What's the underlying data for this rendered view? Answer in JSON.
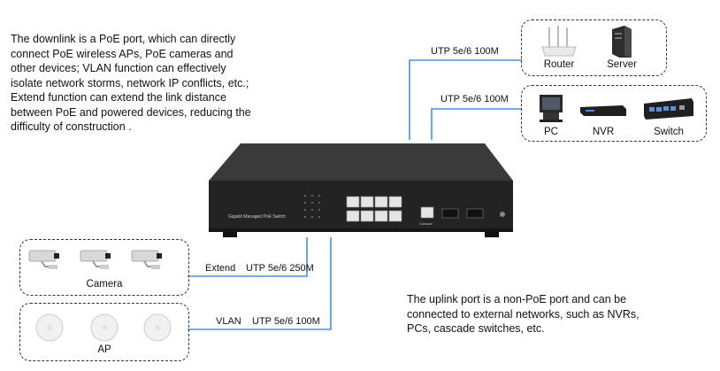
{
  "descriptions": {
    "downlink": "The downlink is a PoE port, which can directly\nconnect PoE wireless APs, PoE cameras and\nother devices; VLAN function can effectively\nisolate network storms, network IP conflicts, etc.;\nExtend function can extend the link distance\nbetween PoE and powered devices, reducing the\ndifficulty of construction .",
    "uplink": "The uplink port is a non-PoE port and can be\nconnected to external networks, such as NVRs,\nPCs, cascade switches, etc."
  },
  "links": {
    "top1": "UTP 5e/6  100M",
    "top2": "UTP 5e/6  100M",
    "extend_mode": "Extend",
    "extend_cable": "UTP 5e/6  250M",
    "vlan_mode": "VLAN",
    "vlan_cable": "UTP 5e/6  100M"
  },
  "devices": {
    "router": "Router",
    "server": "Server",
    "pc": "PC",
    "nvr": "NVR",
    "switch": "Switch",
    "camera": "Camera",
    "ap": "AP"
  },
  "main_switch": {
    "model_label": "Gigabit Managed PoE Switch",
    "console_label": "Console"
  },
  "colors": {
    "wire": "#4a90d9",
    "switch_body": "#2b2b2b"
  }
}
